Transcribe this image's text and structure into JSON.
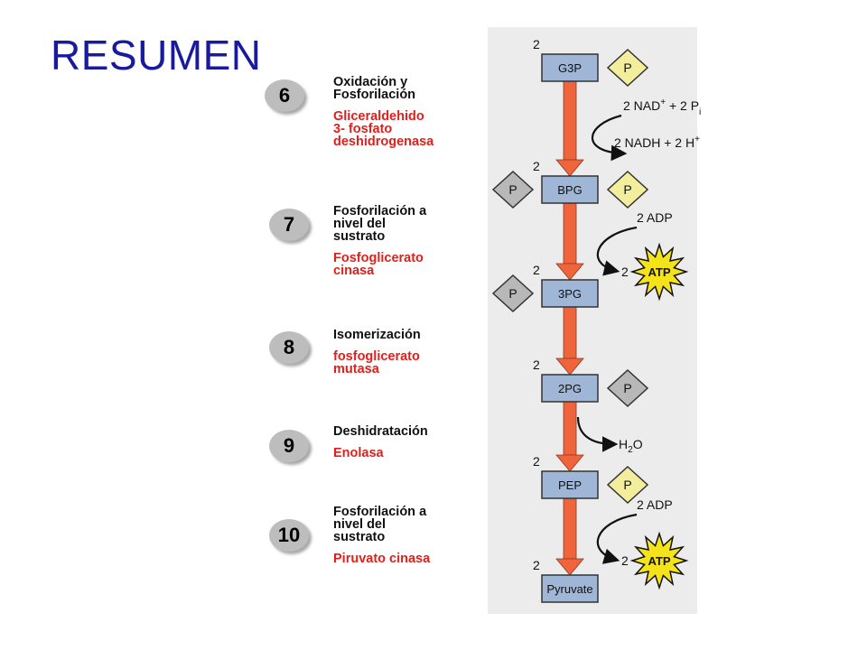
{
  "title": "RESUMEN",
  "steps": [
    {
      "number": "6",
      "type": "Oxidación y\nFosforilación",
      "enzyme": "Gliceraldehido\n3- fosfato\ndeshidrogenasa"
    },
    {
      "number": "7",
      "type": "Fosforilación a\nnivel del\nsustrato",
      "enzyme": "Fosfoglicerato\ncinasa"
    },
    {
      "number": "8",
      "type": "Isomerización",
      "enzyme": "fosfoglicerato\nmutasa"
    },
    {
      "number": "9",
      "type": "Deshidratación",
      "enzyme": "Enolasa"
    },
    {
      "number": "10",
      "type": "Fosforilación a\nnivel del\nsustrato",
      "enzyme": "Piruvato cinasa"
    }
  ],
  "pathway": {
    "stoich": "2",
    "phosphate": "P",
    "metabolites": [
      "G3P",
      "BPG",
      "3PG",
      "2PG",
      "PEP",
      "Pyruvate"
    ],
    "step6_in": {
      "a": "2 NAD",
      "sup": "+",
      "b": " + 2 P",
      "sub": "i"
    },
    "step6_out": {
      "a": "2 NADH + 2 H",
      "sup": "+"
    },
    "step7_in": "2 ADP",
    "step7_out_coef": "2",
    "atp": "ATP",
    "step9_out": {
      "a": "H",
      "sub": "2",
      "b": "O"
    },
    "step10_in": "2 ADP",
    "step10_out_coef": "2"
  },
  "colors": {
    "title": "#1a1a9e",
    "enzyme": "#e0201c",
    "metabolite_box": "#9fb6d6",
    "diagram_bg": "#ececec",
    "arrow": "#f0643c",
    "phosphate_left": "#b8b8b8",
    "phosphate_right": "#f3ed9e",
    "atp_star": "#f4e318"
  }
}
